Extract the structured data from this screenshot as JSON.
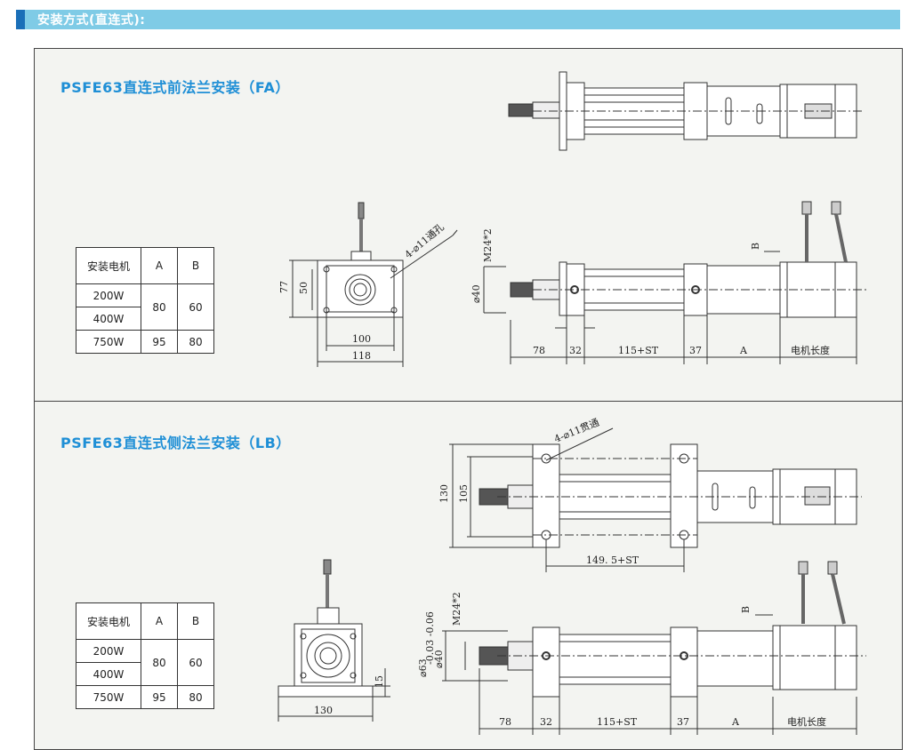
{
  "header": {
    "title": "安装方式(直连式):"
  },
  "sections": [
    {
      "title": "PSFE63直连式前法兰安装（FA）",
      "table": {
        "headers": [
          "安装电机",
          "A",
          "B"
        ],
        "rows": [
          {
            "motor": "200W",
            "a": "80",
            "b": "60"
          },
          {
            "motor": "400W"
          },
          {
            "motor": "750W",
            "a": "95",
            "b": "80"
          }
        ]
      },
      "labels": {
        "hole": "4-⌀11通孔",
        "h77": "77",
        "h50": "50",
        "w100": "100",
        "w118": "118",
        "thread": "M24*2",
        "d40": "⌀40",
        "B": "B",
        "d78": "78",
        "d32": "32",
        "dst": "115+ST",
        "d37": "37",
        "dA": "A",
        "motor_len": "电机长度"
      }
    },
    {
      "title": "PSFE63直连式侧法兰安装（LB）",
      "table": {
        "headers": [
          "安装电机",
          "A",
          "B"
        ],
        "rows": [
          {
            "motor": "200W",
            "a": "80",
            "b": "60"
          },
          {
            "motor": "400W"
          },
          {
            "motor": "750W",
            "a": "95",
            "b": "80"
          }
        ]
      },
      "labels": {
        "hole": "4-⌀11贯通",
        "h130": "130",
        "h105": "105",
        "w149": "149. 5+ST",
        "h15": "15",
        "w130": "130",
        "thread": "M24*2",
        "d63": "⌀63",
        "d63tol": "-0.03 -0.06",
        "d40": "⌀40",
        "B": "B",
        "d78": "78",
        "d32": "32",
        "dst": "115+ST",
        "d37": "37",
        "dA": "A",
        "motor_len": "电机长度"
      }
    }
  ]
}
